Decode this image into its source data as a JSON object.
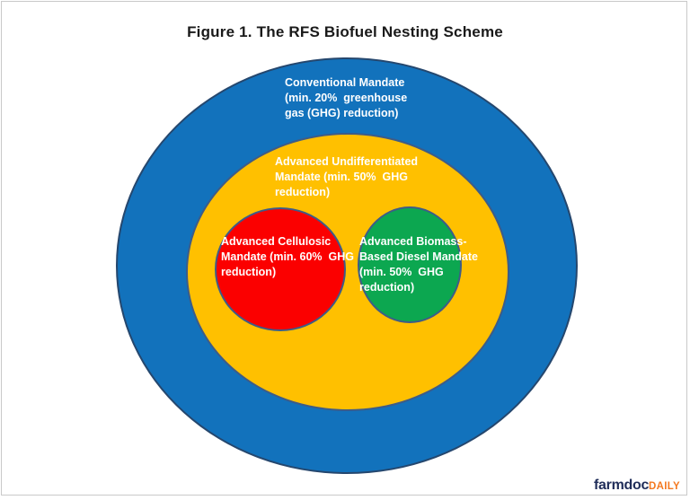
{
  "title": "Figure 1. The RFS Biofuel Nesting Scheme",
  "diagram": {
    "type": "nested-ellipse-venn",
    "rings": [
      {
        "id": "conventional-mandate",
        "label": "Conventional Mandate\n(min. 20%  greenhouse\ngas (GHG) reduction)",
        "fill": "#1272bc",
        "border": "#25476e"
      },
      {
        "id": "advanced-undifferentiated-mandate",
        "label": "Advanced Undifferentiated\nMandate (min. 50%  GHG\nreduction)",
        "fill": "#ffc000",
        "border": "#3d5c88"
      },
      {
        "id": "advanced-cellulosic-mandate",
        "label": "Advanced Cellulosic\nMandate (min. 60%  GHG\nreduction)",
        "fill": "#fb0000",
        "border": "#3d5c88"
      },
      {
        "id": "advanced-biomass-based-diesel-mandate",
        "label": "Advanced Biomass-\nBased Diesel Mandate\n(min. 50%  GHG\nreduction)",
        "fill": "#0ca750",
        "border": "#3d5c88"
      }
    ]
  },
  "branding": {
    "name": "farmdoc",
    "suffix": "DAILY",
    "name_color": "#212e5a",
    "suffix_color": "#f47920"
  }
}
